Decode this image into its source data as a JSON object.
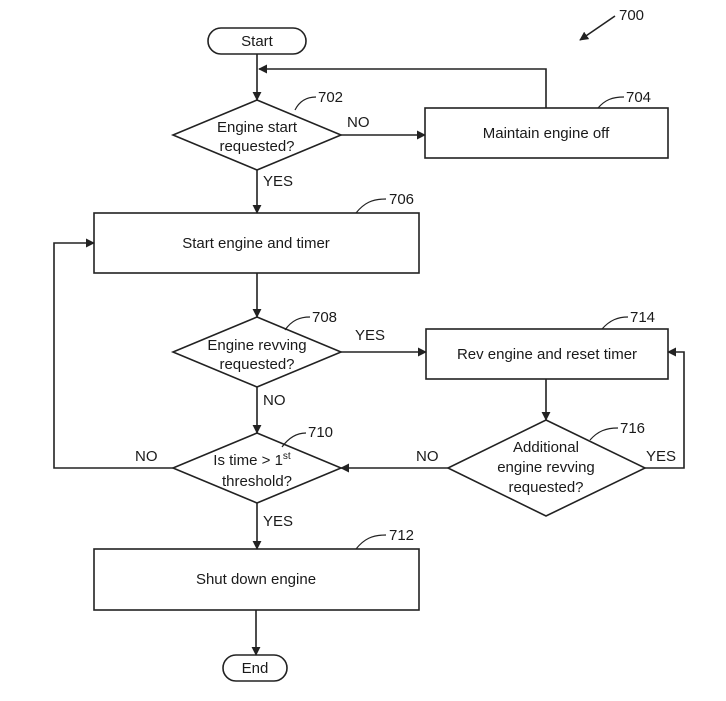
{
  "figure_number": "700",
  "nodes": {
    "start": {
      "label": "Start"
    },
    "d702": {
      "ref": "702",
      "line1": "Engine start",
      "line2": "requested?"
    },
    "b704": {
      "ref": "704",
      "label": "Maintain engine off"
    },
    "b706": {
      "ref": "706",
      "label": "Start engine and timer"
    },
    "d708": {
      "ref": "708",
      "line1": "Engine revving",
      "line2": "requested?"
    },
    "b714": {
      "ref": "714",
      "label": "Rev engine and reset timer"
    },
    "d710": {
      "ref": "710",
      "line1_a": "Is time > 1",
      "line1_sup": "st",
      "line2": "threshold?"
    },
    "d716": {
      "ref": "716",
      "line1": "Additional",
      "line2": "engine revving",
      "line3": "requested?"
    },
    "b712": {
      "ref": "712",
      "label": "Shut down engine"
    },
    "end": {
      "label": "End"
    }
  },
  "edge_labels": {
    "d702_no": "NO",
    "d702_yes": "YES",
    "d708_yes": "YES",
    "d708_no": "NO",
    "d710_no": "NO",
    "d710_yes": "YES",
    "d716_no": "NO",
    "d716_yes": "YES"
  }
}
